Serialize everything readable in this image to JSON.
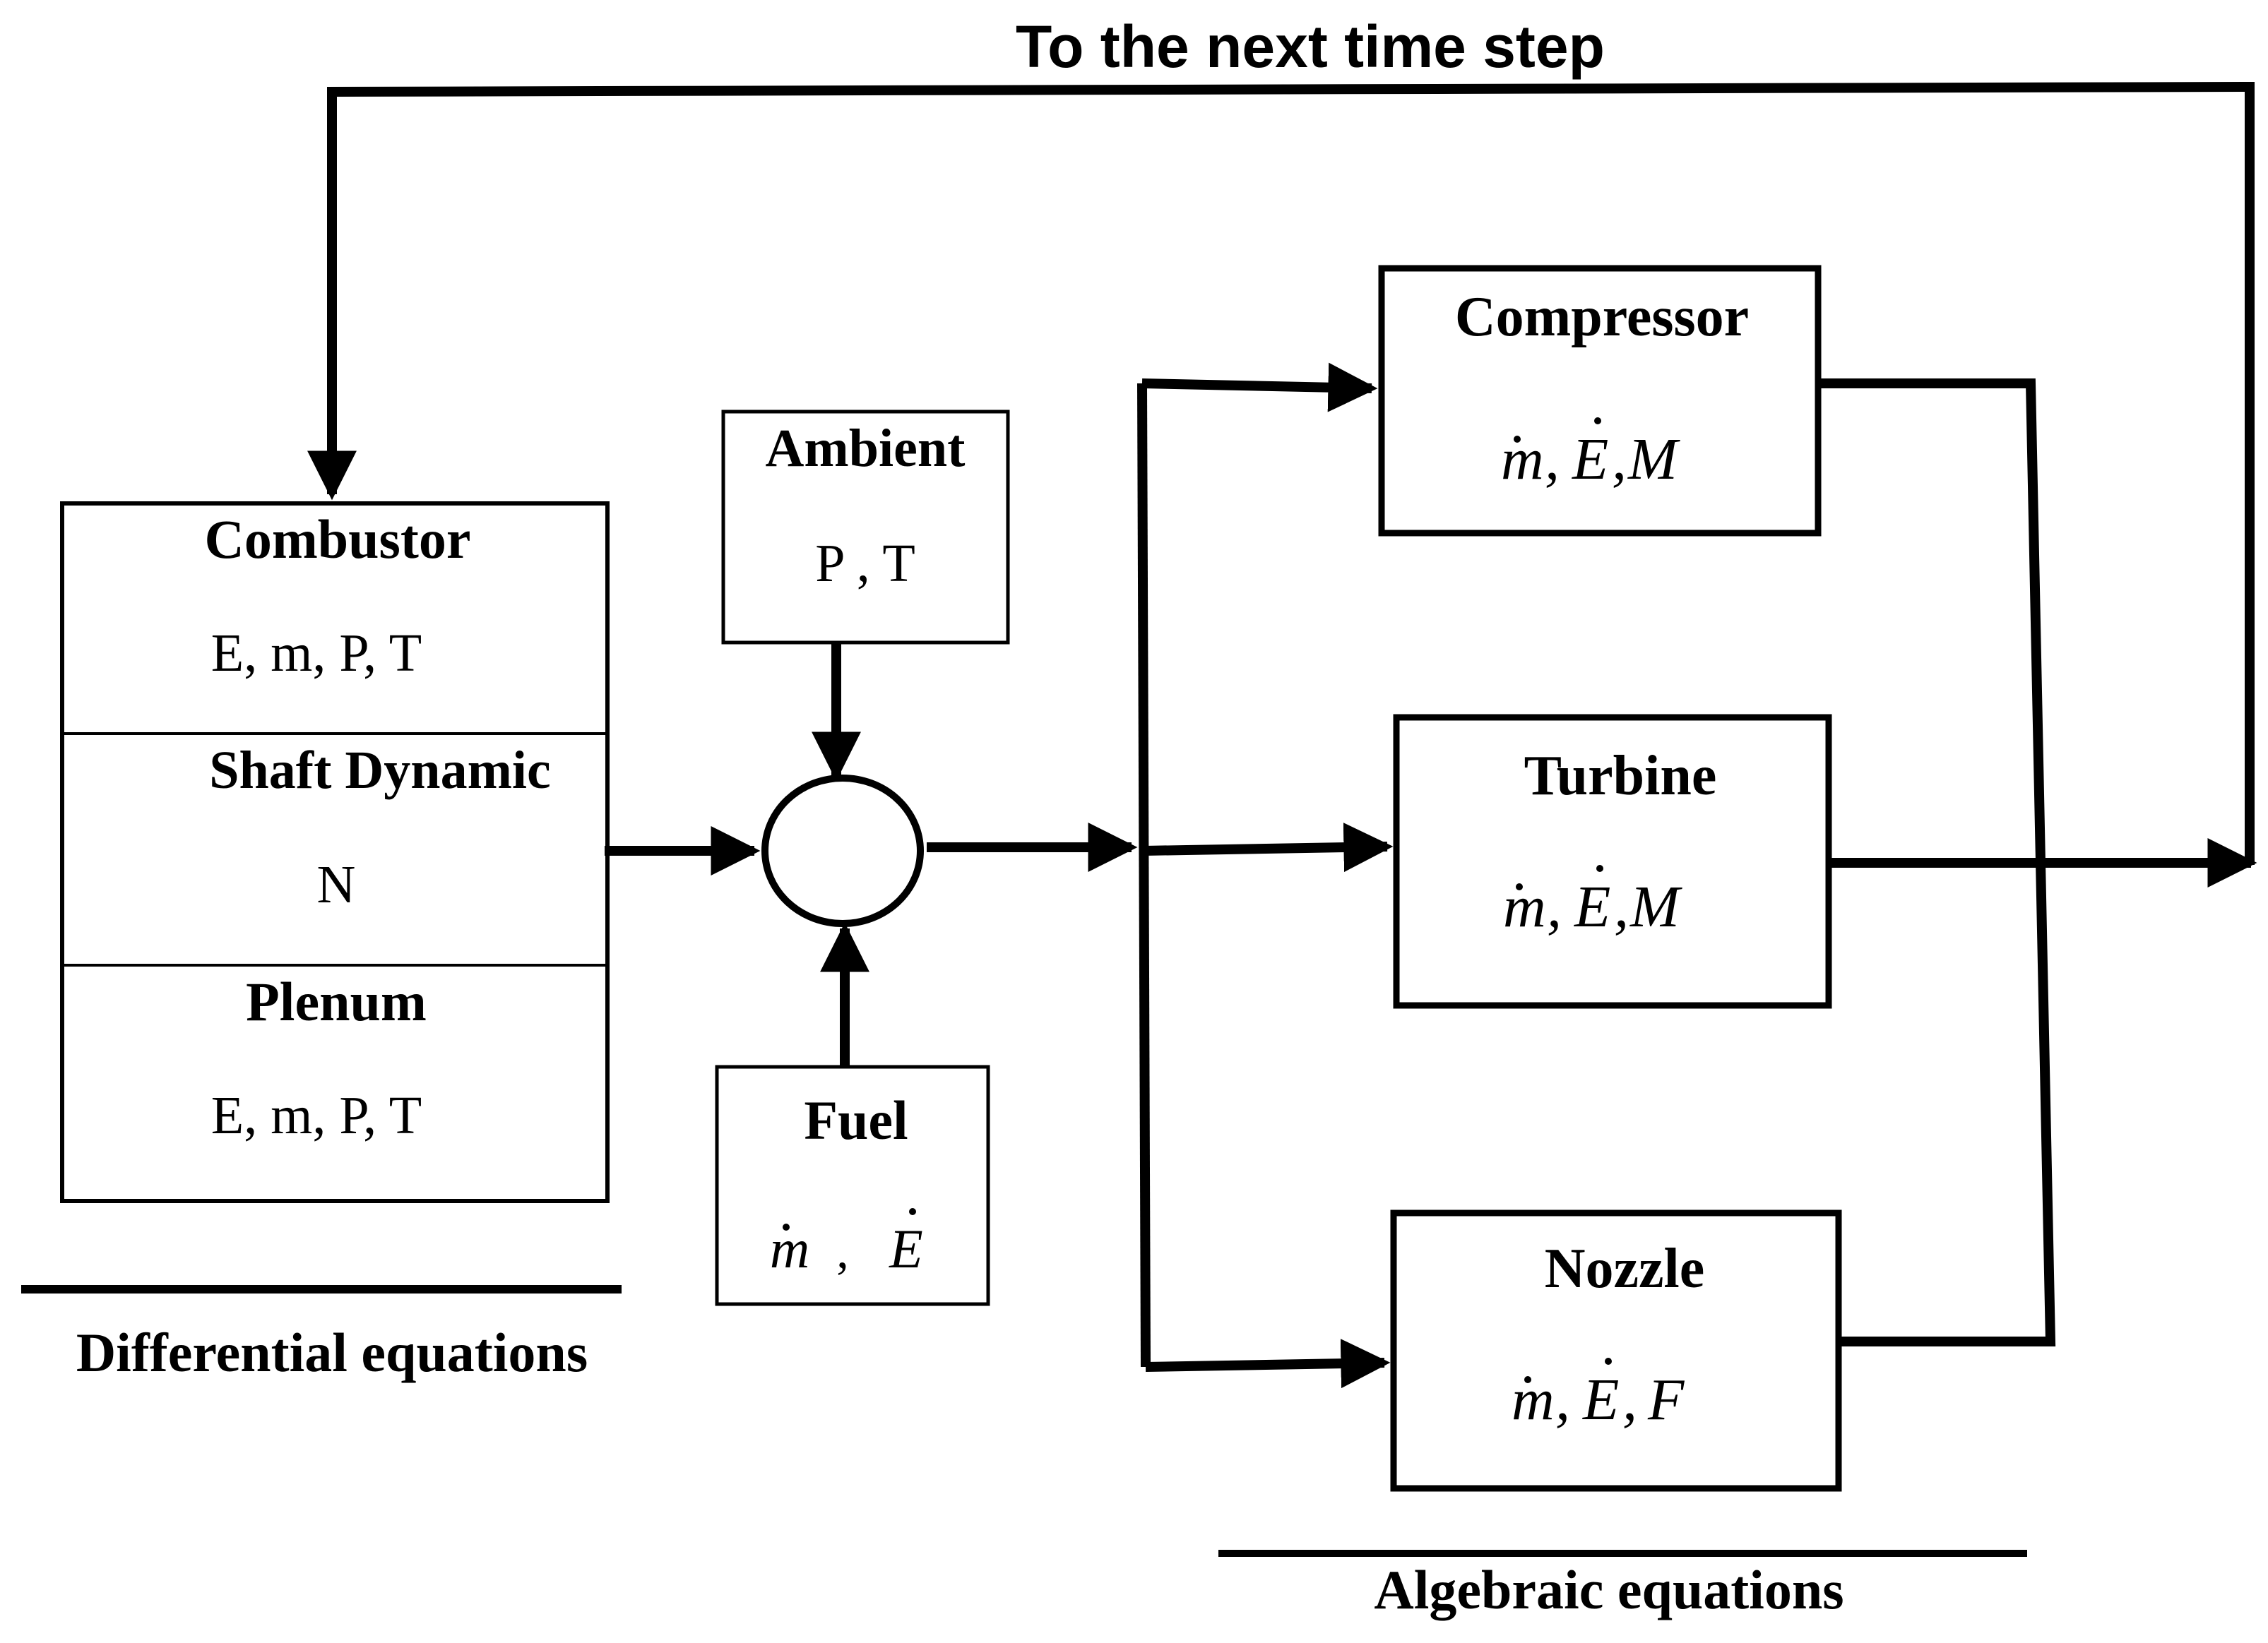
{
  "diagram": {
    "top_caption": "To the next time step",
    "left_stack": {
      "combustor": {
        "title": "Combustor",
        "vars": "E, m, P, T"
      },
      "shaft": {
        "title": "Shaft Dynamic",
        "vars": "N"
      },
      "plenum": {
        "title": "Plenum",
        "vars": "E, m, P, T"
      }
    },
    "ambient": {
      "title": "Ambient",
      "vars": "P , T"
    },
    "fuel": {
      "title": "Fuel",
      "var_a": "m",
      "sep": ",",
      "var_b": "E"
    },
    "compressor": {
      "title": "Compressor",
      "v1": "m",
      "v2": "E",
      "v3": "M"
    },
    "turbine": {
      "title": "Turbine",
      "v1": "m",
      "v2": "E",
      "v3": "M"
    },
    "nozzle": {
      "title": "Nozzle",
      "v1": "m",
      "v2": "E",
      "v3": "F"
    },
    "left_caption": "Differential equations",
    "right_caption": "Algebraic equations"
  }
}
